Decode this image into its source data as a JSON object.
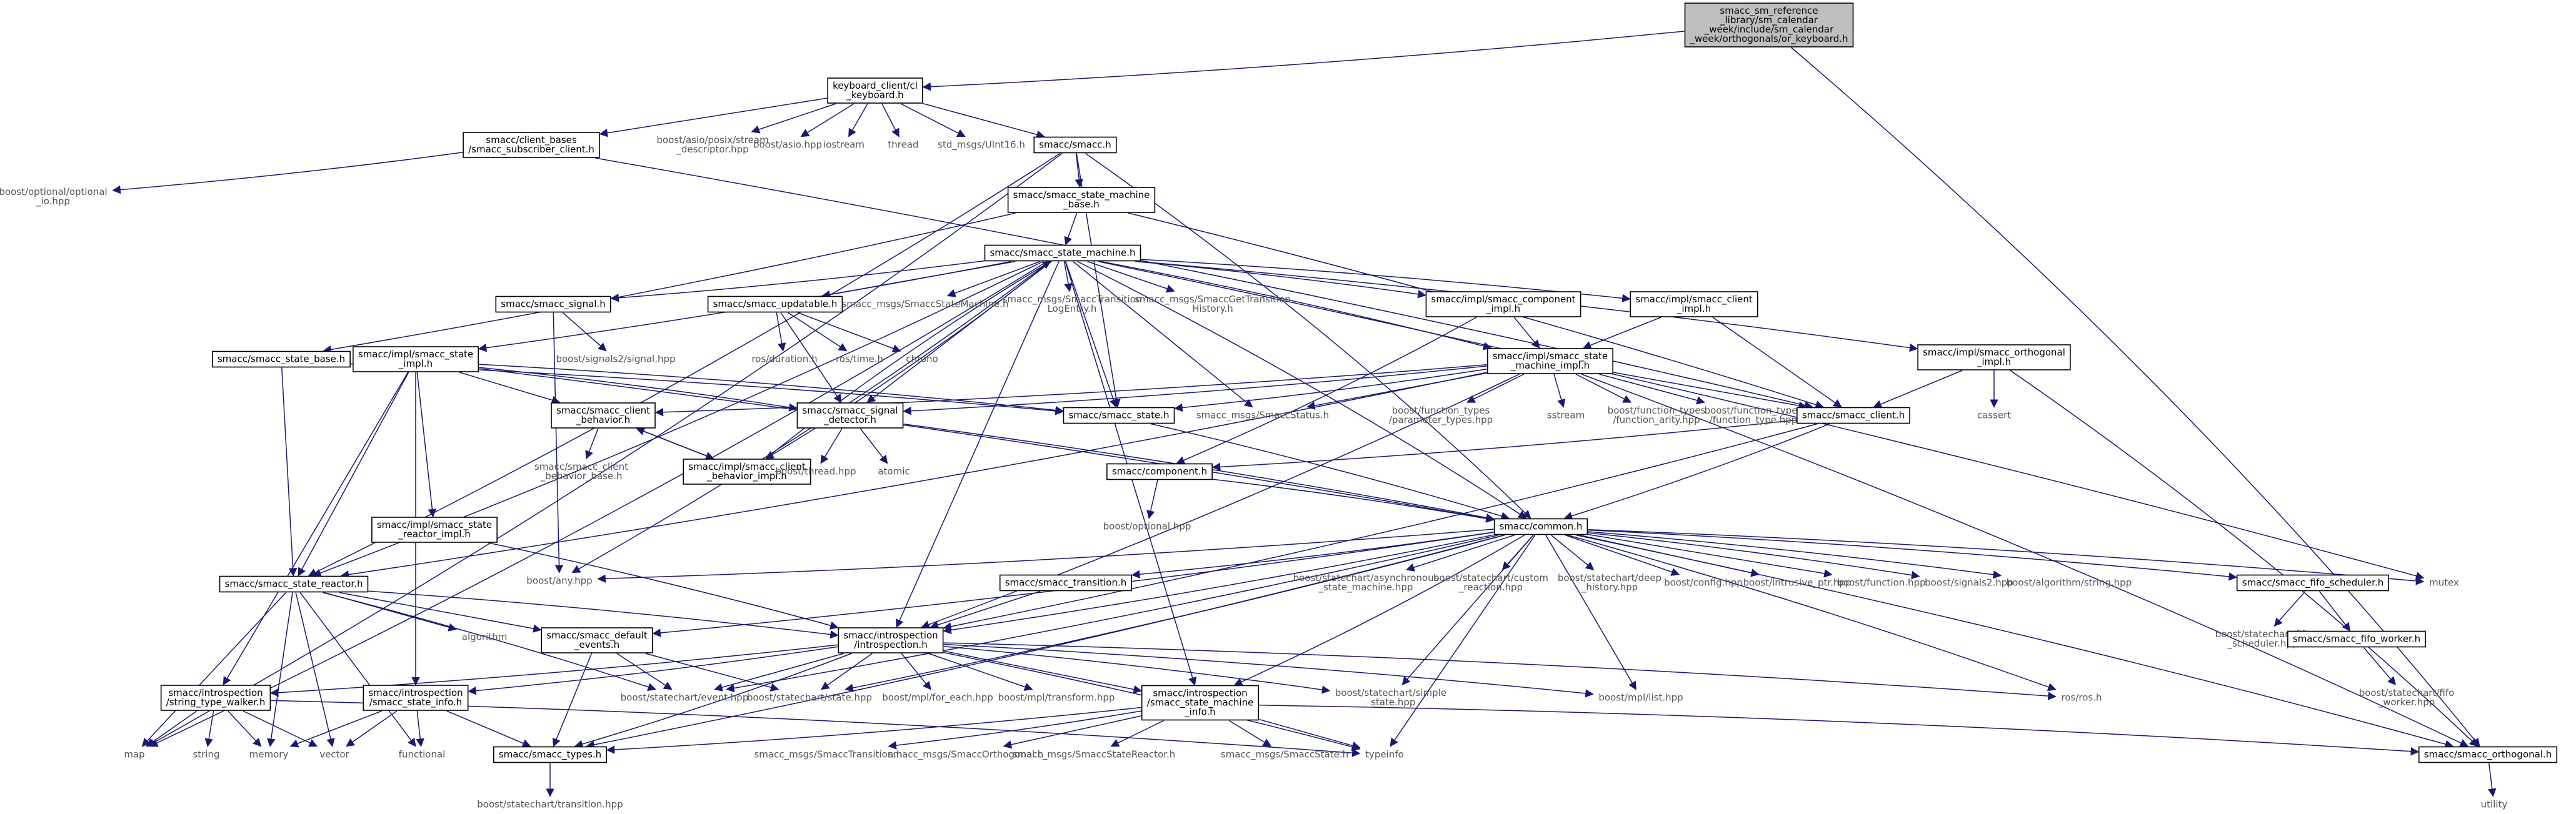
{
  "colors": {
    "edge": "#191970",
    "root_fill": "#bfbfbf",
    "box_stroke": "#000000",
    "external_text": "#555555"
  },
  "nodes": [
    {
      "id": "root",
      "lines": [
        "smacc_sm_reference",
        "_library/sm_calendar",
        "_week/include/sm_calendar",
        "_week/orthogonals/or_keyboard.h"
      ],
      "boxed": true,
      "root": true
    },
    {
      "id": "kbd",
      "lines": [
        "keyboard_client/cl",
        "_keyboard.h"
      ],
      "boxed": true
    },
    {
      "id": "csub",
      "lines": [
        "smacc/client_bases",
        "/smacc_subscriber_client.h"
      ],
      "boxed": true
    },
    {
      "id": "stdesc",
      "lines": [
        "boost/asio/posix/stream",
        "_descriptor.hpp"
      ]
    },
    {
      "id": "basio",
      "lines": [
        "boost/asio.hpp"
      ]
    },
    {
      "id": "iostream",
      "lines": [
        "iostream"
      ]
    },
    {
      "id": "thread",
      "lines": [
        "thread"
      ]
    },
    {
      "id": "uint16",
      "lines": [
        "std_msgs/UInt16.h"
      ]
    },
    {
      "id": "smacc",
      "lines": [
        "smacc/smacc.h"
      ],
      "boxed": true
    },
    {
      "id": "optio",
      "lines": [
        "boost/optional/optional",
        "_io.hpp"
      ]
    },
    {
      "id": "smb",
      "lines": [
        "smacc/smacc_state_machine",
        "_base.h"
      ],
      "boxed": true
    },
    {
      "id": "sm",
      "lines": [
        "smacc/smacc_state_machine.h"
      ],
      "boxed": true
    },
    {
      "id": "sig",
      "lines": [
        "smacc/smacc_signal.h"
      ],
      "boxed": true
    },
    {
      "id": "upd",
      "lines": [
        "smacc/smacc_updatable.h"
      ],
      "boxed": true
    },
    {
      "id": "msgsm",
      "lines": [
        "smacc_msgs/SmaccStateMachine.h"
      ]
    },
    {
      "id": "msgtle",
      "lines": [
        "smacc_msgs/SmaccTransition",
        "LogEntry.h"
      ]
    },
    {
      "id": "msggth",
      "lines": [
        "smacc_msgs/SmaccGetTransition",
        "History.h"
      ]
    },
    {
      "id": "compimpl",
      "lines": [
        "smacc/impl/smacc_component",
        "_impl.h"
      ],
      "boxed": true
    },
    {
      "id": "climpl",
      "lines": [
        "smacc/impl/smacc_client",
        "_impl.h"
      ],
      "boxed": true
    },
    {
      "id": "ssb",
      "lines": [
        "smacc/smacc_state_base.h"
      ],
      "boxed": true
    },
    {
      "id": "ssimpl",
      "lines": [
        "smacc/impl/smacc_state",
        "_impl.h"
      ],
      "boxed": true
    },
    {
      "id": "sig2",
      "lines": [
        "boost/signals2/signal.hpp"
      ]
    },
    {
      "id": "rosdur",
      "lines": [
        "ros/duration.h"
      ]
    },
    {
      "id": "rostime",
      "lines": [
        "ros/time.h"
      ]
    },
    {
      "id": "chrono",
      "lines": [
        "chrono"
      ]
    },
    {
      "id": "smimpl",
      "lines": [
        "smacc/impl/smacc_state",
        "_machine_impl.h"
      ],
      "boxed": true
    },
    {
      "id": "orthimpl",
      "lines": [
        "smacc/impl/smacc_orthogonal",
        "_impl.h"
      ],
      "boxed": true
    },
    {
      "id": "cb",
      "lines": [
        "smacc/smacc_client",
        "_behavior.h"
      ],
      "boxed": true
    },
    {
      "id": "sd",
      "lines": [
        "smacc/smacc_signal",
        "_detector.h"
      ],
      "boxed": true
    },
    {
      "id": "ss",
      "lines": [
        "smacc/smacc_state.h"
      ],
      "boxed": true
    },
    {
      "id": "msgss",
      "lines": [
        "smacc_msgs/SmaccStatus.h"
      ]
    },
    {
      "id": "ftpt",
      "lines": [
        "boost/function_types",
        "/parameter_types.hpp"
      ]
    },
    {
      "id": "sstream",
      "lines": [
        "sstream"
      ]
    },
    {
      "id": "ftar",
      "lines": [
        "boost/function_types",
        "/function_arity.hpp"
      ]
    },
    {
      "id": "ftft",
      "lines": [
        "boost/function_types",
        "/function_type.hpp"
      ]
    },
    {
      "id": "cl",
      "lines": [
        "smacc/smacc_client.h"
      ],
      "boxed": true
    },
    {
      "id": "cassert",
      "lines": [
        "cassert"
      ]
    },
    {
      "id": "cbb",
      "lines": [
        "smacc/smacc_client",
        "_behavior_base.h"
      ]
    },
    {
      "id": "cbimpl",
      "lines": [
        "smacc/impl/smacc_client",
        "_behavior_impl.h"
      ],
      "boxed": true
    },
    {
      "id": "bthread",
      "lines": [
        "boost/thread.hpp"
      ]
    },
    {
      "id": "atomic",
      "lines": [
        "atomic"
      ]
    },
    {
      "id": "comp",
      "lines": [
        "smacc/component.h"
      ],
      "boxed": true
    },
    {
      "id": "bopt",
      "lines": [
        "boost/optional.hpp"
      ]
    },
    {
      "id": "srimpl",
      "lines": [
        "smacc/impl/smacc_state",
        "_reactor_impl.h"
      ],
      "boxed": true
    },
    {
      "id": "common",
      "lines": [
        "smacc/common.h"
      ],
      "boxed": true
    },
    {
      "id": "sr",
      "lines": [
        "smacc/smacc_state_reactor.h"
      ],
      "boxed": true
    },
    {
      "id": "bany",
      "lines": [
        "boost/any.hpp"
      ]
    },
    {
      "id": "trans",
      "lines": [
        "smacc/smacc_transition.h"
      ],
      "boxed": true
    },
    {
      "id": "scasm",
      "lines": [
        "boost/statechart/asynchronous",
        "_state_machine.hpp"
      ]
    },
    {
      "id": "scrr",
      "lines": [
        "boost/statechart/custom",
        "_reaction.hpp"
      ]
    },
    {
      "id": "scdh",
      "lines": [
        "boost/statechart/deep",
        "_history.hpp"
      ]
    },
    {
      "id": "bconfig",
      "lines": [
        "boost/config.hpp"
      ]
    },
    {
      "id": "bip",
      "lines": [
        "boost/intrusive_ptr.hpp"
      ]
    },
    {
      "id": "bfunc",
      "lines": [
        "boost/function.hpp"
      ]
    },
    {
      "id": "bsig2",
      "lines": [
        "boost/signals2.hpp"
      ]
    },
    {
      "id": "balg",
      "lines": [
        "boost/algorithm/string.hpp"
      ]
    },
    {
      "id": "fifos",
      "lines": [
        "smacc/smacc_fifo_scheduler.h"
      ],
      "boxed": true
    },
    {
      "id": "mutex",
      "lines": [
        "mutex"
      ]
    },
    {
      "id": "algorithm",
      "lines": [
        "algorithm"
      ]
    },
    {
      "id": "defev",
      "lines": [
        "smacc/smacc_default",
        "_events.h"
      ],
      "boxed": true
    },
    {
      "id": "intro",
      "lines": [
        "smacc/introspection",
        "/introspection.h"
      ],
      "boxed": true
    },
    {
      "id": "scfifo",
      "lines": [
        "boost/statechart/fifo",
        "_scheduler.hpp"
      ]
    },
    {
      "id": "fifow",
      "lines": [
        "smacc/smacc_fifo_worker.h"
      ],
      "boxed": true
    },
    {
      "id": "stw",
      "lines": [
        "smacc/introspection",
        "/string_type_walker.h"
      ],
      "boxed": true
    },
    {
      "id": "ssi",
      "lines": [
        "smacc/introspection",
        "/smacc_state_info.h"
      ],
      "boxed": true
    },
    {
      "id": "scevent",
      "lines": [
        "boost/statechart/event.hpp"
      ]
    },
    {
      "id": "scstate",
      "lines": [
        "boost/statechart/state.hpp"
      ]
    },
    {
      "id": "mplfe",
      "lines": [
        "boost/mpl/for_each.hpp"
      ]
    },
    {
      "id": "mpltr",
      "lines": [
        "boost/mpl/transform.hpp"
      ]
    },
    {
      "id": "smi",
      "lines": [
        "smacc/introspection",
        "/smacc_state_machine",
        "_info.h"
      ],
      "boxed": true
    },
    {
      "id": "scss",
      "lines": [
        "boost/statechart/simple",
        "_state.hpp"
      ]
    },
    {
      "id": "mpllist",
      "lines": [
        "boost/mpl/list.hpp"
      ]
    },
    {
      "id": "rosros",
      "lines": [
        "ros/ros.h"
      ]
    },
    {
      "id": "scfw",
      "lines": [
        "boost/statechart/fifo",
        "_worker.hpp"
      ]
    },
    {
      "id": "map",
      "lines": [
        "map"
      ]
    },
    {
      "id": "string",
      "lines": [
        "string"
      ]
    },
    {
      "id": "memory",
      "lines": [
        "memory"
      ]
    },
    {
      "id": "vector",
      "lines": [
        "vector"
      ]
    },
    {
      "id": "functional",
      "lines": [
        "functional"
      ]
    },
    {
      "id": "types",
      "lines": [
        "smacc/smacc_types.h"
      ],
      "boxed": true
    },
    {
      "id": "msgst",
      "lines": [
        "smacc_msgs/SmaccTransition.h"
      ]
    },
    {
      "id": "msgso",
      "lines": [
        "smacc_msgs/SmaccOrthogonal.h"
      ]
    },
    {
      "id": "msgssr",
      "lines": [
        "smacc_msgs/SmaccStateReactor.h"
      ]
    },
    {
      "id": "msgsst",
      "lines": [
        "smacc_msgs/SmaccState.h"
      ]
    },
    {
      "id": "typeinfo",
      "lines": [
        "typeinfo"
      ]
    },
    {
      "id": "orth",
      "lines": [
        "smacc/smacc_orthogonal.h"
      ],
      "boxed": true
    },
    {
      "id": "sctr",
      "lines": [
        "boost/statechart/transition.hpp"
      ]
    },
    {
      "id": "utility",
      "lines": [
        "utility"
      ]
    }
  ],
  "edges": [
    [
      "root",
      "kbd"
    ],
    [
      "root",
      "orth"
    ],
    [
      "kbd",
      "csub"
    ],
    [
      "kbd",
      "stdesc"
    ],
    [
      "kbd",
      "basio"
    ],
    [
      "kbd",
      "iostream"
    ],
    [
      "kbd",
      "thread"
    ],
    [
      "kbd",
      "uint16"
    ],
    [
      "kbd",
      "smacc"
    ],
    [
      "csub",
      "optio"
    ],
    [
      "csub",
      "cl"
    ],
    [
      "smacc",
      "smb"
    ],
    [
      "smacc",
      "common"
    ],
    [
      "smacc",
      "sr"
    ],
    [
      "smacc",
      "ss"
    ],
    [
      "smacc",
      "map"
    ],
    [
      "smb",
      "sm"
    ],
    [
      "smb",
      "ssb"
    ],
    [
      "smb",
      "cl"
    ],
    [
      "sm",
      "sig"
    ],
    [
      "sm",
      "upd"
    ],
    [
      "sm",
      "msgsm"
    ],
    [
      "sm",
      "msgtle"
    ],
    [
      "sm",
      "msggth"
    ],
    [
      "sm",
      "compimpl"
    ],
    [
      "sm",
      "climpl"
    ],
    [
      "sm",
      "orthimpl"
    ],
    [
      "sm",
      "ssimpl"
    ],
    [
      "sm",
      "smimpl"
    ],
    [
      "sm",
      "sd"
    ],
    [
      "sm",
      "ss"
    ],
    [
      "sm",
      "msgss"
    ],
    [
      "sm",
      "intro"
    ],
    [
      "sm",
      "smi"
    ],
    [
      "sm",
      "bany"
    ],
    [
      "sm",
      "map"
    ],
    [
      "sm",
      "mutex"
    ],
    [
      "sm",
      "sr"
    ],
    [
      "sm",
      "common"
    ],
    [
      "sm",
      "cbimpl"
    ],
    [
      "sig",
      "sig2"
    ],
    [
      "sig",
      "bany"
    ],
    [
      "upd",
      "rosdur"
    ],
    [
      "upd",
      "rostime"
    ],
    [
      "upd",
      "chrono"
    ],
    [
      "upd",
      "sd"
    ],
    [
      "compimpl",
      "smimpl"
    ],
    [
      "compimpl",
      "comp"
    ],
    [
      "climpl",
      "smimpl"
    ],
    [
      "climpl",
      "cl"
    ],
    [
      "orthimpl",
      "cl"
    ],
    [
      "orthimpl",
      "cassert"
    ],
    [
      "orthimpl",
      "orth"
    ],
    [
      "ssb",
      "sr"
    ],
    [
      "ssb",
      "ss"
    ],
    [
      "ssimpl",
      "cb"
    ],
    [
      "ssimpl",
      "srimpl"
    ],
    [
      "ssimpl",
      "stw"
    ],
    [
      "ssimpl",
      "sr"
    ],
    [
      "ssimpl",
      "ss"
    ],
    [
      "ssimpl",
      "ssi"
    ],
    [
      "ssimpl",
      "sd"
    ],
    [
      "ssimpl",
      "common"
    ],
    [
      "smimpl",
      "cb"
    ],
    [
      "smimpl",
      "sd"
    ],
    [
      "smimpl",
      "ss"
    ],
    [
      "smimpl",
      "msgss"
    ],
    [
      "smimpl",
      "ftpt"
    ],
    [
      "smimpl",
      "sstream"
    ],
    [
      "smimpl",
      "ftar"
    ],
    [
      "smimpl",
      "ftft"
    ],
    [
      "smimpl",
      "cl"
    ],
    [
      "smimpl",
      "intro"
    ],
    [
      "smimpl",
      "sr"
    ],
    [
      "smimpl",
      "orth"
    ],
    [
      "cb",
      "cbb"
    ],
    [
      "cb",
      "cbimpl"
    ],
    [
      "cbimpl",
      "cb"
    ],
    [
      "cbimpl",
      "sm"
    ],
    [
      "sd",
      "bthread"
    ],
    [
      "sd",
      "atomic"
    ],
    [
      "sd",
      "common"
    ],
    [
      "ss",
      "common"
    ],
    [
      "cl",
      "comp"
    ],
    [
      "cl",
      "common"
    ],
    [
      "cl",
      "intro"
    ],
    [
      "comp",
      "bopt"
    ],
    [
      "comp",
      "common"
    ],
    [
      "srimpl",
      "intro"
    ],
    [
      "sr",
      "algorithm"
    ],
    [
      "sr",
      "defev"
    ],
    [
      "sr",
      "intro"
    ],
    [
      "sr",
      "memory"
    ],
    [
      "sr",
      "vector"
    ],
    [
      "sr",
      "functional"
    ],
    [
      "sr",
      "map"
    ],
    [
      "sr",
      "scevent"
    ],
    [
      "common",
      "bany"
    ],
    [
      "common",
      "trans"
    ],
    [
      "common",
      "scasm"
    ],
    [
      "common",
      "scrr"
    ],
    [
      "common",
      "scdh"
    ],
    [
      "common",
      "bconfig"
    ],
    [
      "common",
      "bip"
    ],
    [
      "common",
      "bfunc"
    ],
    [
      "common",
      "bsig2"
    ],
    [
      "common",
      "balg"
    ],
    [
      "common",
      "fifos"
    ],
    [
      "common",
      "mutex"
    ],
    [
      "common",
      "defev"
    ],
    [
      "common",
      "intro"
    ],
    [
      "common",
      "scevent"
    ],
    [
      "common",
      "scstate"
    ],
    [
      "common",
      "smi"
    ],
    [
      "common",
      "scss"
    ],
    [
      "common",
      "mpllist"
    ],
    [
      "common",
      "rosros"
    ],
    [
      "common",
      "typeinfo"
    ],
    [
      "common",
      "orth"
    ],
    [
      "common",
      "types"
    ],
    [
      "trans",
      "intro"
    ],
    [
      "fifos",
      "scfifo"
    ],
    [
      "fifos",
      "fifow"
    ],
    [
      "fifow",
      "scfw"
    ],
    [
      "defev",
      "scevent"
    ],
    [
      "defev",
      "scstate"
    ],
    [
      "defev",
      "types"
    ],
    [
      "intro",
      "stw"
    ],
    [
      "intro",
      "ssi"
    ],
    [
      "intro",
      "scevent"
    ],
    [
      "intro",
      "scstate"
    ],
    [
      "intro",
      "mplfe"
    ],
    [
      "intro",
      "mpltr"
    ],
    [
      "intro",
      "smi"
    ],
    [
      "intro",
      "scss"
    ],
    [
      "intro",
      "mpllist"
    ],
    [
      "intro",
      "rosros"
    ],
    [
      "intro",
      "typeinfo"
    ],
    [
      "intro",
      "types"
    ],
    [
      "stw",
      "map"
    ],
    [
      "stw",
      "string"
    ],
    [
      "stw",
      "memory"
    ],
    [
      "stw",
      "vector"
    ],
    [
      "stw",
      "typeinfo"
    ],
    [
      "ssi",
      "memory"
    ],
    [
      "ssi",
      "vector"
    ],
    [
      "ssi",
      "functional"
    ],
    [
      "ssi",
      "types"
    ],
    [
      "smi",
      "msgst"
    ],
    [
      "smi",
      "msgso"
    ],
    [
      "smi",
      "msgssr"
    ],
    [
      "smi",
      "msgsst"
    ],
    [
      "smi",
      "typeinfo"
    ],
    [
      "smi",
      "orth"
    ],
    [
      "smi",
      "types"
    ],
    [
      "types",
      "sctr"
    ],
    [
      "orth",
      "utility"
    ]
  ]
}
